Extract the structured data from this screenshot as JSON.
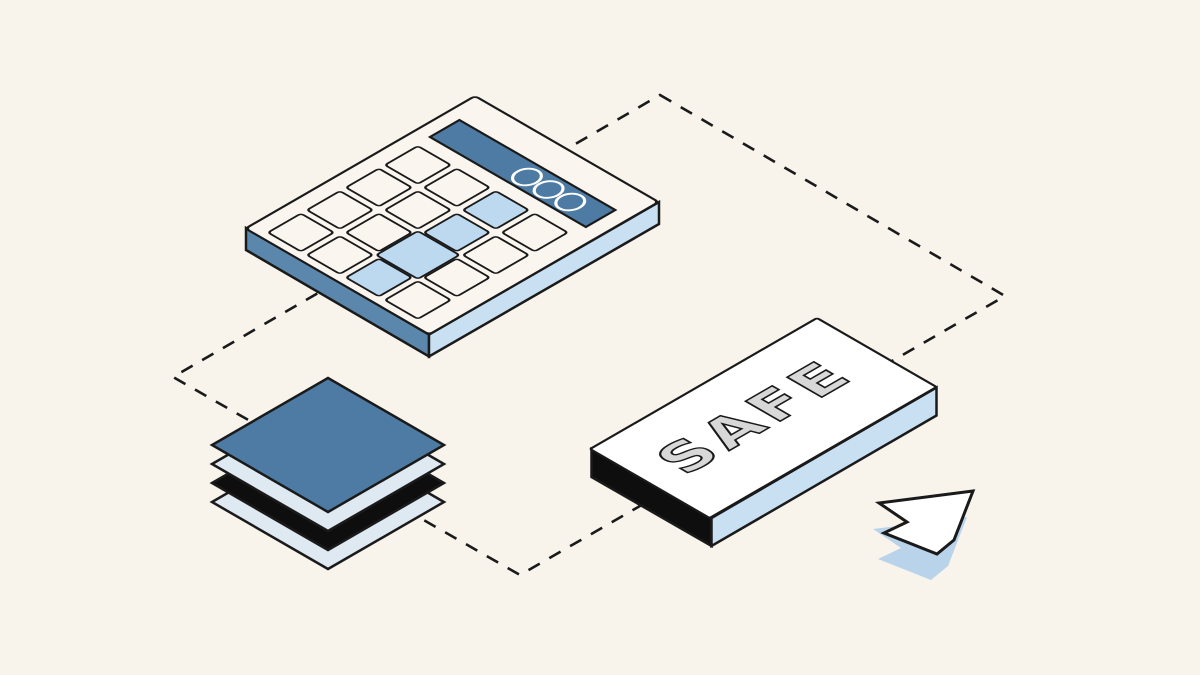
{
  "alt": "Isometric illustration of a calculator, a stack of layered sheets, a SAFE plate and a cursor arrow connected by a dashed diamond path",
  "safe_card": {
    "label": "SAFE"
  },
  "calculator": {
    "display_value": "000",
    "keypad_rows": 4,
    "keypad_cols": 4,
    "highlighted_keys": [
      "row1-col3",
      "row2-col3",
      "row3-wide",
      "row4-col3"
    ]
  },
  "stack": {
    "layers": [
      "blue",
      "ice",
      "black",
      "ice"
    ]
  },
  "colors": {
    "bg": "#f8f4ec",
    "ink": "#1a1a1a",
    "cream": "#faf6ef",
    "white": "#ffffff",
    "blue-mid": "#4e7ba4",
    "blue-side": "#5c87ac",
    "blue-light": "#bdd9f0",
    "blue-pale": "#c9dff2",
    "ice": "#dfe9f1",
    "black-side": "#0e0e0e",
    "letter-gray": "#d8d8d8",
    "shadow-blue": "#b9d3ea",
    "display-digit": "#ffffff"
  }
}
